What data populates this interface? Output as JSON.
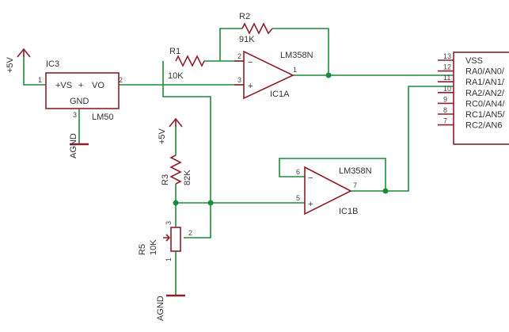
{
  "supply": {
    "top": "+5V",
    "mid": "+5V"
  },
  "ground": {
    "top": "AGND",
    "bottom": "AGND"
  },
  "ic3": {
    "name": "IC3",
    "part": "LM50",
    "vs": "+VS",
    "vo": "VO",
    "gnd": "GND",
    "pin1": "1",
    "pin2": "2",
    "pin3": "3"
  },
  "r1": {
    "name": "R1",
    "value": "10K"
  },
  "r2": {
    "name": "R2",
    "value": "91K"
  },
  "r3": {
    "name": "R3",
    "value": "82K"
  },
  "r5": {
    "name": "R5",
    "value": "10K",
    "pin1": "1",
    "pin2": "2",
    "pin3": "3"
  },
  "ic1a": {
    "name": "IC1A",
    "part": "LM358N",
    "pin1": "1",
    "pin2": "2",
    "pin3": "3"
  },
  "ic1b": {
    "name": "IC1B",
    "part": "LM358N",
    "pin5": "5",
    "pin6": "6",
    "pin7": "7"
  },
  "mcu": {
    "pins": [
      {
        "num": "13",
        "label": "VSS"
      },
      {
        "num": "12",
        "label": "RA0/AN0/"
      },
      {
        "num": "11",
        "label": "RA1/AN1/"
      },
      {
        "num": "10",
        "label": "RA2/AN2/"
      },
      {
        "num": "9",
        "label": "RC0/AN4/"
      },
      {
        "num": "8",
        "label": "RC1/AN5/"
      },
      {
        "num": "7",
        "label": "RC2/AN6"
      }
    ]
  },
  "opamp_signs": {
    "plus": "+",
    "minus": "−"
  }
}
